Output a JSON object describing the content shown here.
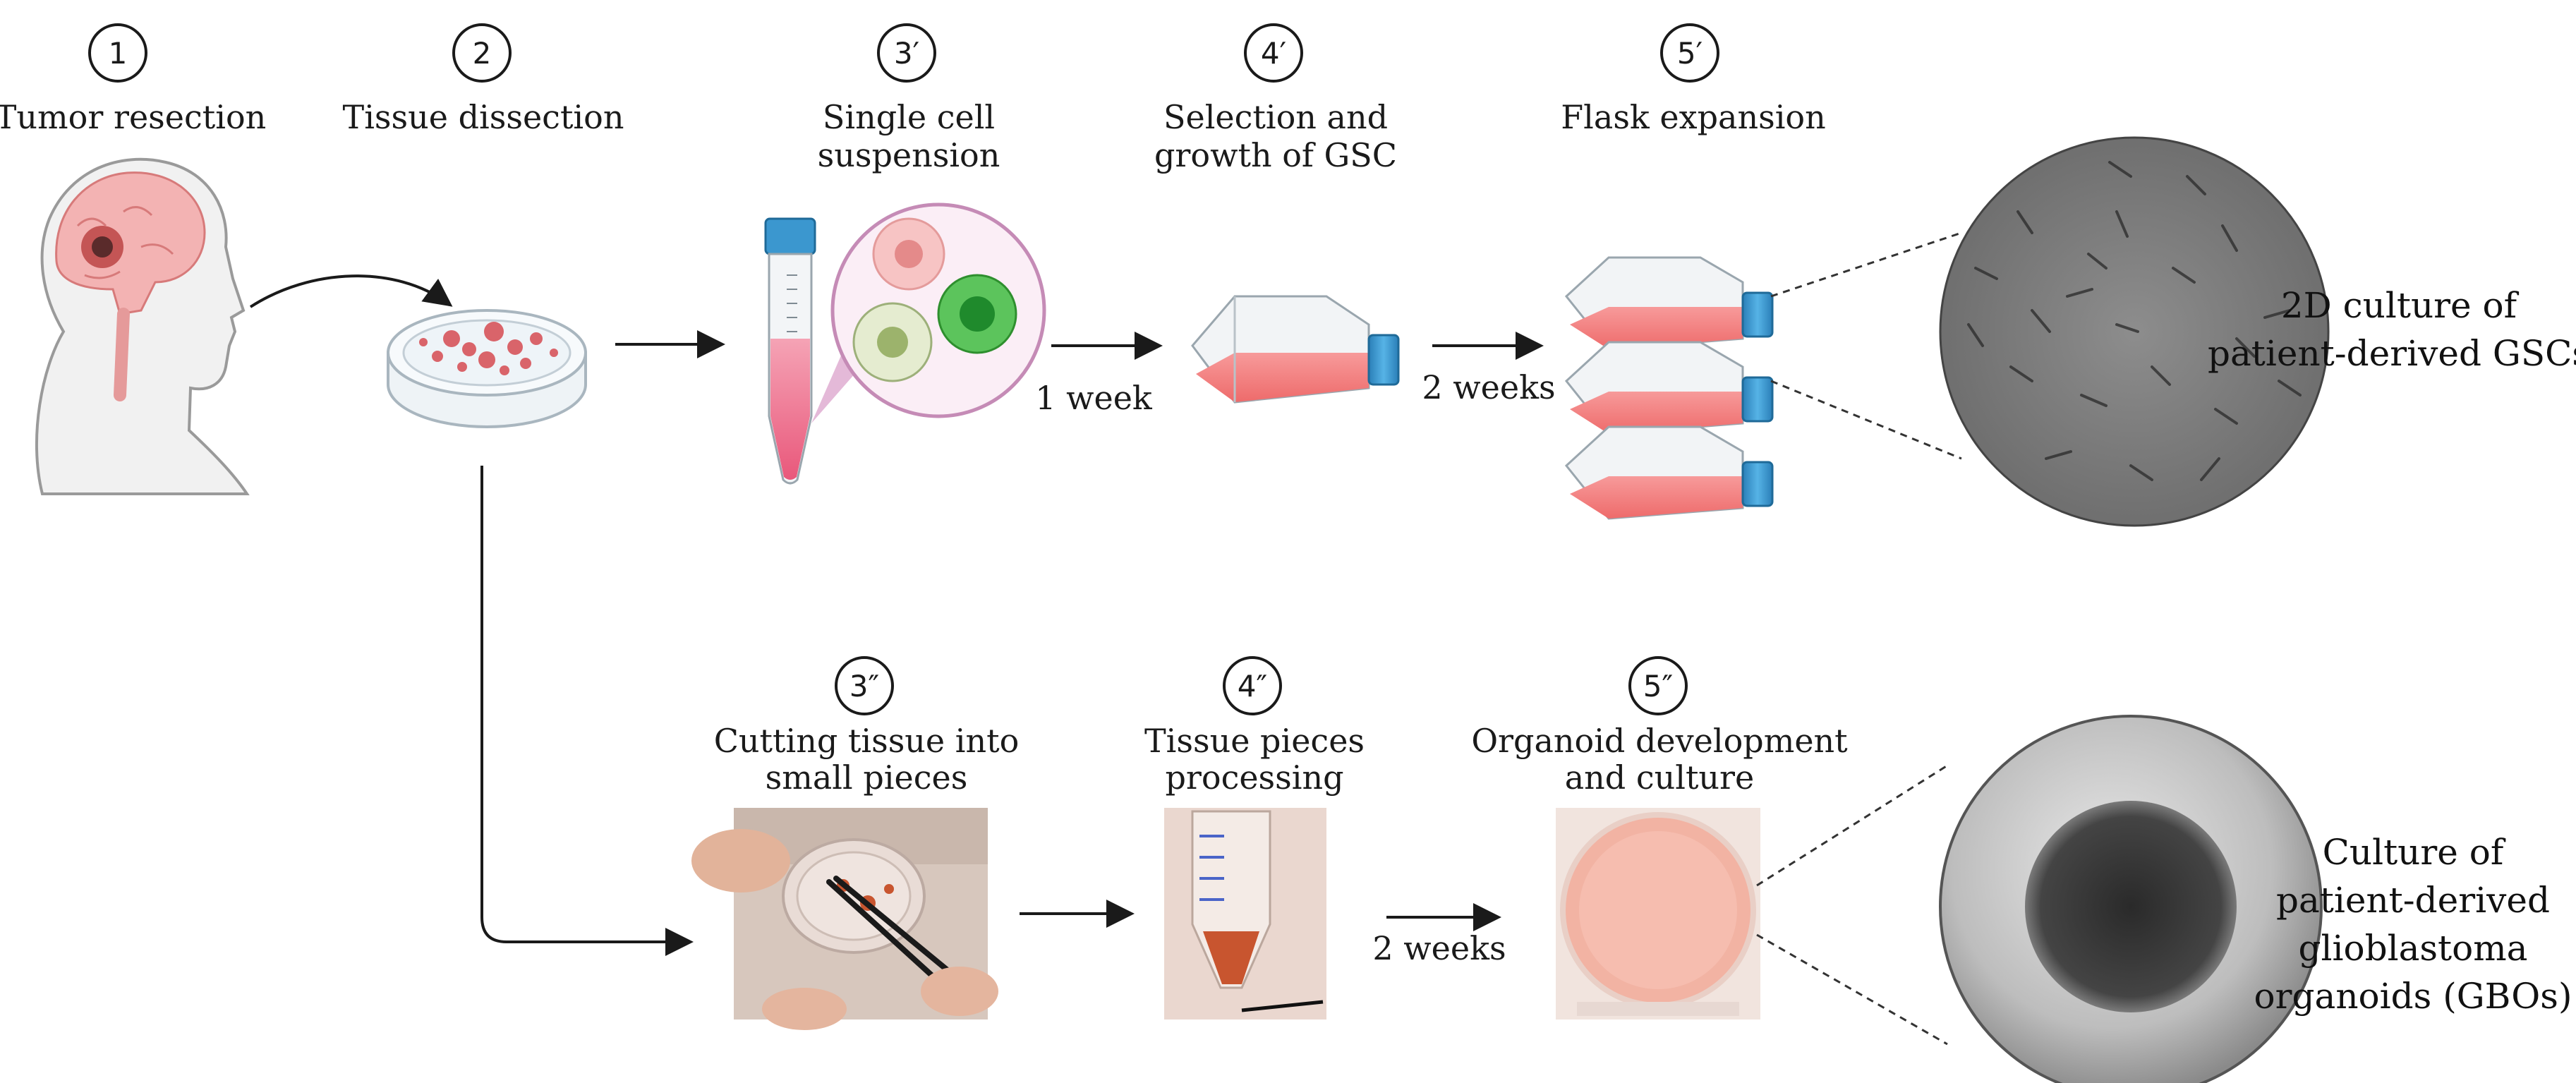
{
  "steps": {
    "s1": {
      "number": "1",
      "label": "Tumor resection"
    },
    "s2": {
      "number": "2",
      "label": "Tissue dissection"
    },
    "s3a": {
      "number": "3′",
      "line1": "Single cell",
      "line2": "suspension"
    },
    "s4a": {
      "number": "4′",
      "line1": "Selection and",
      "line2": "growth of GSC"
    },
    "s5a": {
      "number": "5′",
      "label": "Flask expansion"
    },
    "s3b": {
      "number": "3″",
      "line1": "Cutting tissue into",
      "line2": "small pieces"
    },
    "s4b": {
      "number": "4″",
      "line1": "Tissue pieces",
      "line2": "processing"
    },
    "s5b": {
      "number": "5″",
      "line1": "Organoid development",
      "line2": "and culture"
    }
  },
  "durations": {
    "top_1": "1 week",
    "top_2": "2 weeks",
    "bottom": "2 weeks"
  },
  "results": {
    "top": {
      "line1": "2D culture of",
      "line2": "patient-derived GSCs"
    },
    "bottom": {
      "line1": "Culture of",
      "line2": "patient-derived",
      "line3": "glioblastoma",
      "line4": "organoids (GBOs)"
    }
  },
  "icons": [
    "head-tumor-icon",
    "petri-dish-icon",
    "conical-tube-icon",
    "cells-zoom-icon",
    "culture-flask-icon",
    "microscopy-gsc-icon",
    "cutting-photo-icon",
    "tube-photo-icon",
    "dish-photo-icon",
    "organoid-micrograph-icon"
  ],
  "colors": {
    "flask_medium": "#f27d7d",
    "cap_blue": "#3b97cf",
    "arrow": "#1a1a1a",
    "tube_liquid": "#ef6e8a"
  }
}
